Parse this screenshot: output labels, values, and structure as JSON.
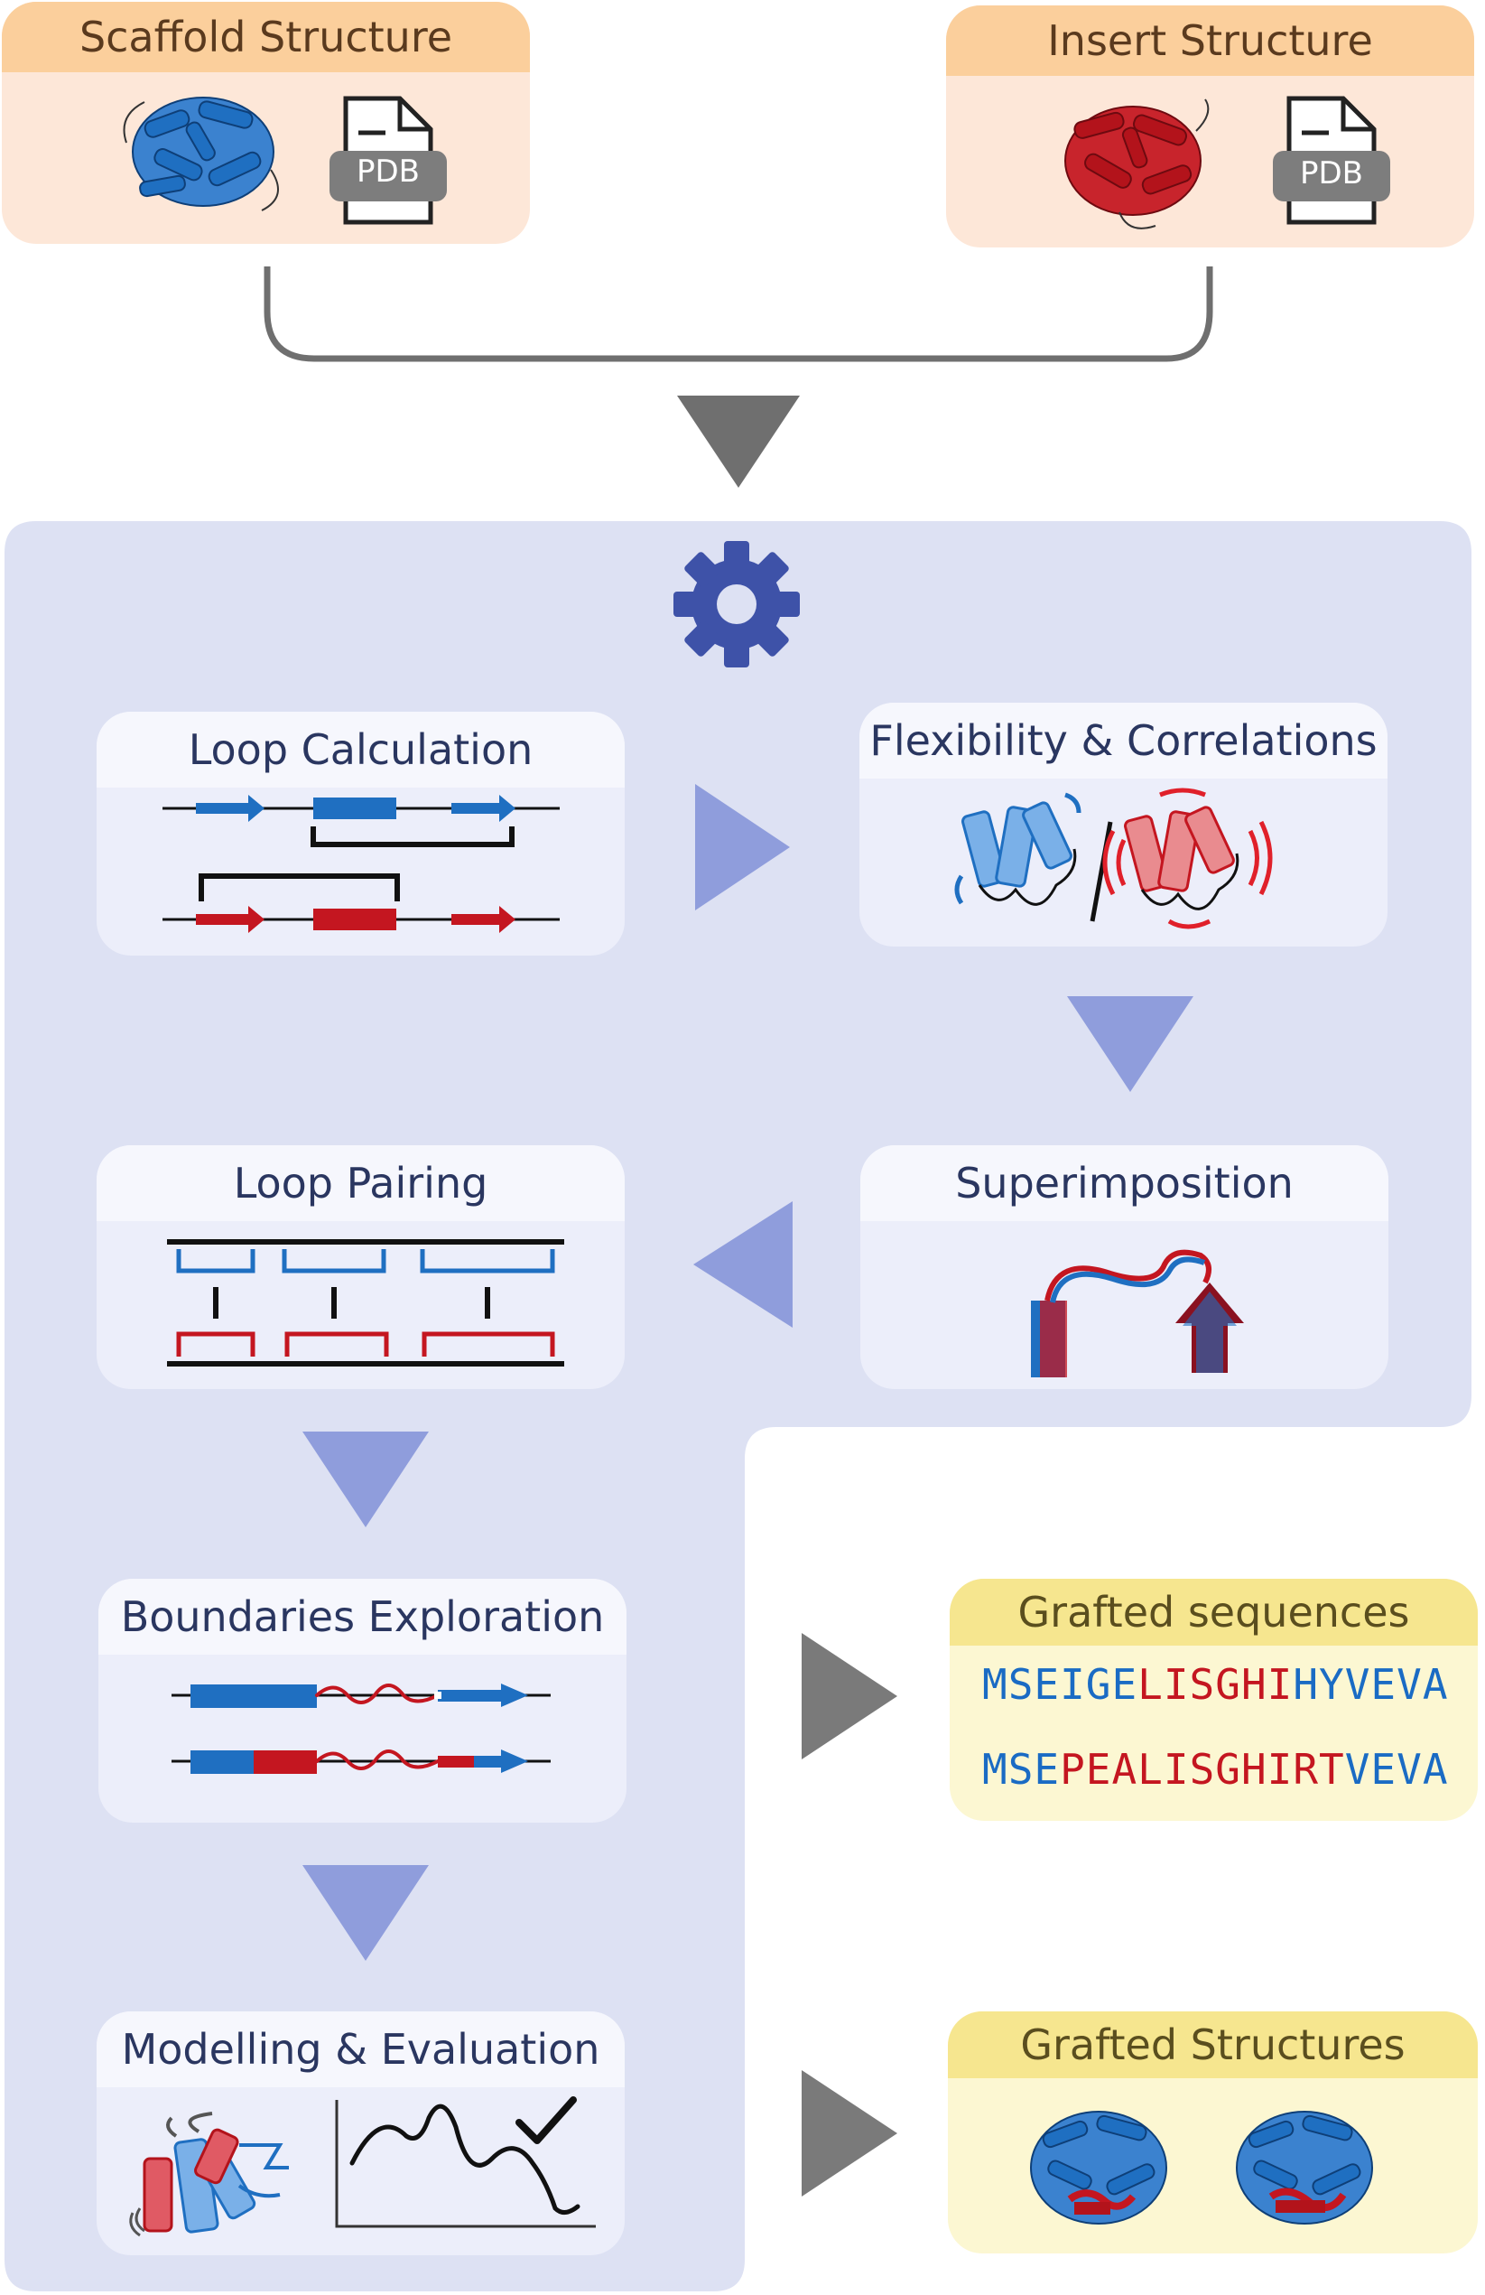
{
  "inputs": {
    "scaffold": {
      "title": "Scaffold Structure",
      "file_badge": "PDB",
      "color": "#1f6fc1"
    },
    "insert": {
      "title": "Insert Structure",
      "file_badge": "PDB",
      "color": "#b3131b"
    }
  },
  "pipeline": {
    "icon": "gear-icon",
    "steps": [
      {
        "id": "loop-calculation",
        "label": "Loop Calculation"
      },
      {
        "id": "flexibility",
        "label": "Flexibility & Correlations"
      },
      {
        "id": "superimposition",
        "label": "Superimposition"
      },
      {
        "id": "loop-pairing",
        "label": "Loop Pairing"
      },
      {
        "id": "boundaries",
        "label": "Boundaries Exploration"
      },
      {
        "id": "modelling",
        "label": "Modelling & Evaluation"
      }
    ]
  },
  "outputs": {
    "sequences": {
      "title": "Grafted sequences",
      "lines": [
        [
          {
            "t": "MSEIGE",
            "c": "b"
          },
          {
            "t": "LISGHI",
            "c": "r"
          },
          {
            "t": "HYVEVA",
            "c": "b"
          }
        ],
        [
          {
            "t": "MSE",
            "c": "b"
          },
          {
            "t": "PEALISGHIRT",
            "c": "r"
          },
          {
            "t": "VEVA",
            "c": "b"
          }
        ]
      ]
    },
    "structures": {
      "title": "Grafted Structures"
    }
  },
  "colors": {
    "scaffold_blue": "#1f6fc1",
    "insert_red": "#b3131b",
    "panel_bg": "#dde1f3",
    "arrow_blue": "#8f9ddc",
    "arrow_gray": "#7a7a7a",
    "gear": "#3e52a8"
  }
}
